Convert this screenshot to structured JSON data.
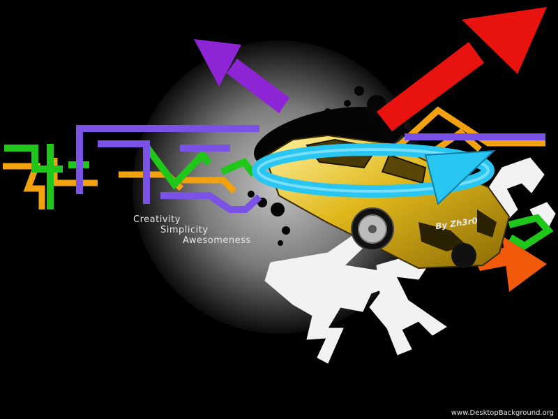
{
  "tagline": {
    "line1": "Creativity",
    "line2": "Simplicity",
    "line3": "Awesomeness"
  },
  "signature": "By Zh3r0",
  "watermark": "www.DesktopBackground.org",
  "colors": {
    "background": "#000000",
    "spotlight": "#bdbdbd",
    "green": "#1ec71a",
    "orange": "#f2a20f",
    "purple": "#8d24d6",
    "violet": "#7a52e6",
    "red": "#e8120f",
    "cyan": "#28c6f0",
    "gold": "#e0b81c",
    "white": "#f2f2f2",
    "text": "#e6e6e6"
  }
}
